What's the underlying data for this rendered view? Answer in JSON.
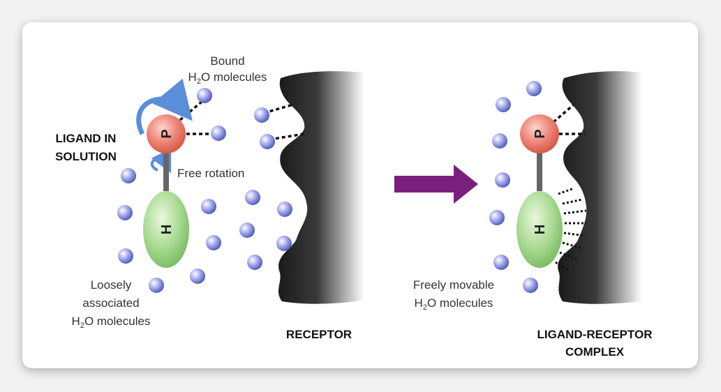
{
  "labels": {
    "bound_line1": "Bound",
    "bound_h2o_prefix": "H",
    "bound_h2o_sub": "2",
    "bound_h2o_suffix": "O molecules",
    "ligand_line1": "LIGAND IN",
    "ligand_line2": "SOLUTION",
    "free_rotation": "Free rotation",
    "loosely_line1": "Loosely",
    "loosely_line2": "associated",
    "loosely_h2o_prefix": "H",
    "loosely_h2o_sub": "2",
    "loosely_h2o_suffix": "O molecules",
    "receptor": "RECEPTOR",
    "freely_line1": "Freely movable",
    "freely_h2o_prefix": "H",
    "freely_h2o_sub": "2",
    "freely_h2o_suffix": "O molecules",
    "complex_line1": "LIGAND-RECEPTOR",
    "complex_line2": "COMPLEX"
  },
  "ligand": {
    "polar_letter": "P",
    "hydrophobic_letter": "H"
  },
  "colors": {
    "arrow": "#7a1f7e",
    "rotation_arrow": "#5b8ed8",
    "polar_group": "#e8756a",
    "hydrophobic_group": "#9fd58a",
    "water": "#8e96e0",
    "receptor": "#2b2b2b"
  }
}
